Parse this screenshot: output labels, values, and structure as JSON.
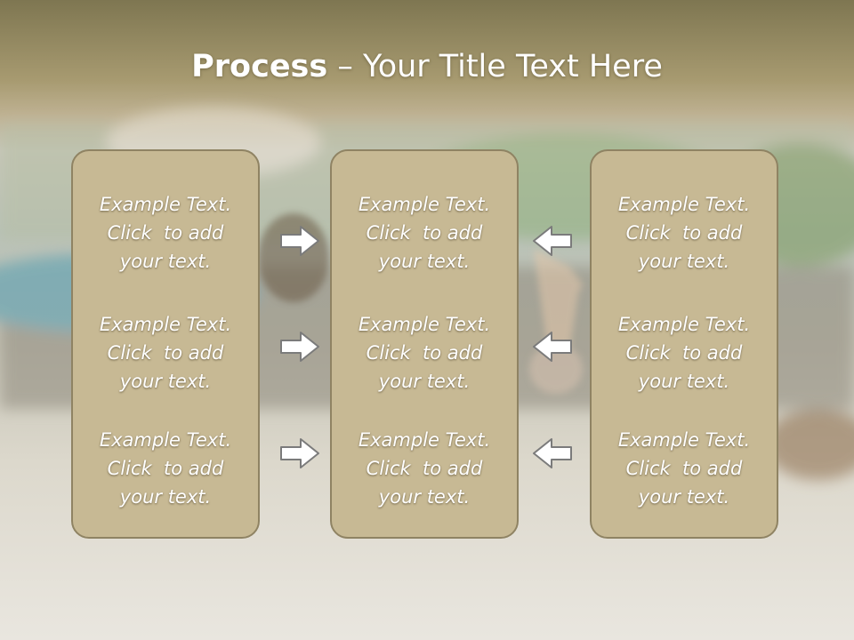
{
  "title": {
    "bold": "Process",
    "rest": " – Your Title Text Here"
  },
  "columns": [
    {
      "items": [
        [
          "Example Text.",
          "Click  to add",
          "your text."
        ],
        [
          "Example Text.",
          "Click  to add",
          "your text."
        ],
        [
          "Example Text.",
          "Click  to add",
          "your text."
        ]
      ]
    },
    {
      "items": [
        [
          "Example Text.",
          "Click  to add",
          "your text."
        ],
        [
          "Example Text.",
          "Click  to add",
          "your text."
        ],
        [
          "Example Text.",
          "Click  to add",
          "your text."
        ]
      ]
    },
    {
      "items": [
        [
          "Example Text.",
          "Click  to add",
          "your text."
        ],
        [
          "Example Text.",
          "Click  to add",
          "your text."
        ],
        [
          "Example Text.",
          "Click  to add",
          "your text."
        ]
      ]
    }
  ],
  "arrows": {
    "left_group": "arrow-right-icon",
    "right_group": "arrow-left-icon"
  },
  "colors": {
    "panel": "#c7b994",
    "panel_border": "#8f8363",
    "title_band": "#7e7651",
    "text": "#ffffff"
  }
}
